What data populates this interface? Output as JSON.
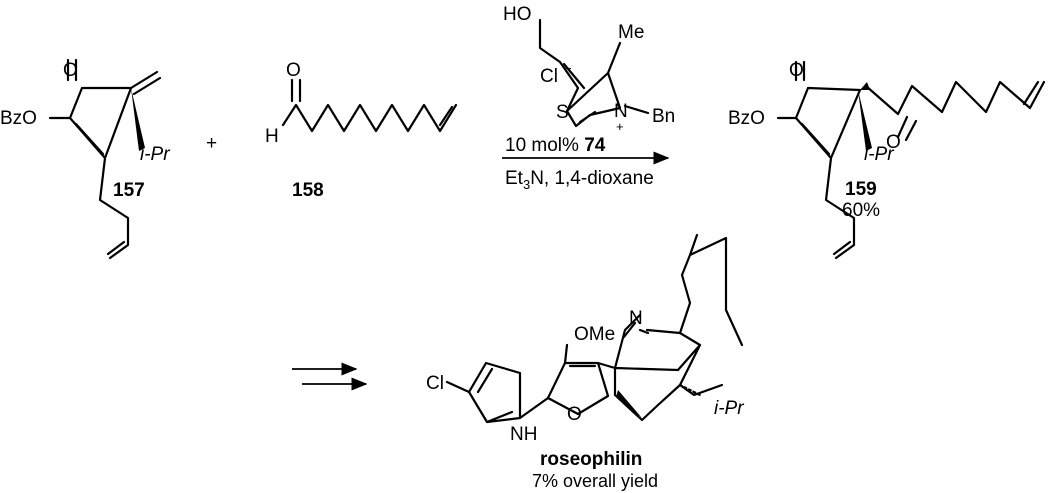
{
  "reaction": {
    "reactant1": {
      "number": "157",
      "atom_labels": {
        "oxo": "O",
        "ester": "BzO",
        "substituent": "i-Pr"
      }
    },
    "plus_sign": "+",
    "reactant2": {
      "number": "158",
      "atom_labels": {
        "oxo": "O",
        "hydrogen": "H"
      }
    },
    "catalyst_74": {
      "atom_labels": {
        "hydroxyl": "HO",
        "chloride": "Cl",
        "methyl": "Me",
        "sulfur": "S",
        "nitrogen": "N",
        "benzyl": "Bn"
      },
      "charges": {
        "anion": "−",
        "cation": "+"
      }
    },
    "conditions": {
      "line1_text": "10 mol% ",
      "line1_catalyst_number": "74",
      "line2_text": "Et",
      "line2_sub": "3",
      "line2_rest": "N, 1,4-dioxane"
    },
    "product": {
      "number": "159",
      "yield": "60%",
      "atom_labels": {
        "ketone1": "O",
        "ketone2": "O",
        "ester": "BzO",
        "substituent": "i-Pr"
      }
    }
  },
  "final": {
    "name": "roseophilin",
    "yield": "7% overall yield",
    "atom_labels": {
      "chlorine": "Cl",
      "methoxy": "OMe",
      "pyrrole_n": "NH",
      "furan_o": "O",
      "imine_n": "N",
      "substituent": "i-Pr"
    }
  },
  "colors": {
    "ink": "#000000",
    "background": "#ffffff"
  }
}
